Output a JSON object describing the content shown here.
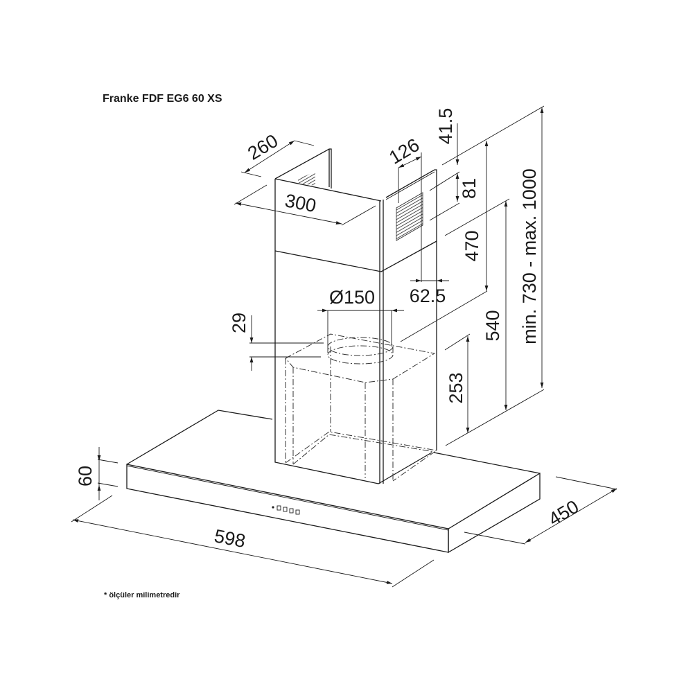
{
  "title": "Franke FDF EG6 60 XS",
  "note": "* ölçüler milimetredir",
  "dimensions": {
    "chimney_depth": "260",
    "chimney_width": "300",
    "grille_width": "126",
    "top_offset": "41.5",
    "grille_height": "81",
    "upper_chimney": "470",
    "grille_offset": "62.5",
    "outlet_diameter": "Ø150",
    "collar_height": "29",
    "lower_chimney": "540",
    "chimney_range": "min. 730 - max. 1000",
    "motor_height": "253",
    "canopy_height": "60",
    "canopy_width": "598",
    "canopy_depth": "450"
  }
}
